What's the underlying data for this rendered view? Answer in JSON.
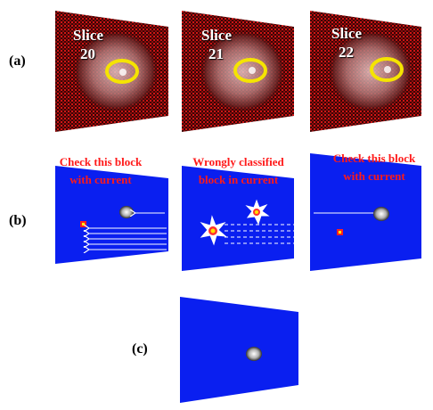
{
  "labels": {
    "a": "(a)",
    "b": "(b)",
    "c": "(c)"
  },
  "slices": [
    {
      "title": "Slice",
      "number": "20"
    },
    {
      "title": "Slice",
      "number": "21"
    },
    {
      "title": "Slice",
      "number": "22"
    }
  ],
  "captions": [
    {
      "line1": "Check this block",
      "line2": "with current"
    },
    {
      "line1": "Wrongly classified",
      "line2": "block in current"
    },
    {
      "line1": "Check this block",
      "line2": "with current"
    }
  ],
  "colors": {
    "mri_grid": "#b01010",
    "segmentation_blue": "#0a1ff0",
    "highlight_ellipse": "#f5e400",
    "caption_red": "#ff1a1a"
  }
}
